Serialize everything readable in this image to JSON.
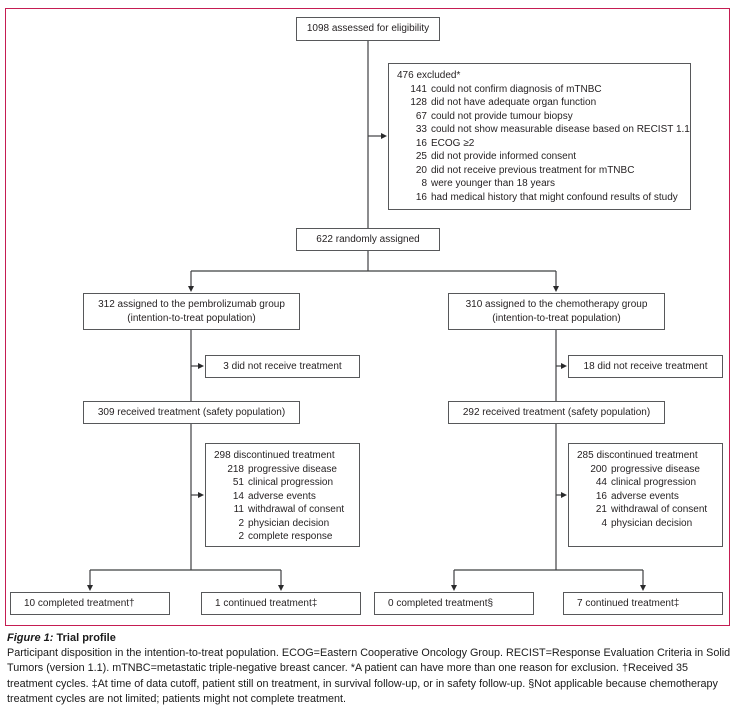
{
  "colors": {
    "frame_border": "#C51D52",
    "box_border": "#57585A",
    "connector": "#3F4042",
    "text": "#231F20"
  },
  "figure": {
    "label": "Figure 1:",
    "title": "Trial profile",
    "caption": "Participant disposition in the intention-to-treat population. ECOG=Eastern Cooperative Oncology Group. RECIST=Response Evaluation Criteria in Solid Tumors (version 1.1). mTNBC=metastatic triple-negative breast cancer. *A patient can have more than one reason for exclusion. †Received 35 treatment cycles. ‡At time of data cutoff, patient still on treatment, in survival follow-up, or in safety follow-up. §Not applicable because chemotherapy treatment cycles are not limited; patients might not complete treatment."
  },
  "flow": {
    "assessed": "1098 assessed for eligibility",
    "excluded": {
      "title": "476 excluded*",
      "items": [
        {
          "n": "141",
          "label": "could not confirm diagnosis of mTNBC"
        },
        {
          "n": "128",
          "label": "did not have adequate organ function"
        },
        {
          "n": "67",
          "label": "could not provide tumour biopsy"
        },
        {
          "n": "33",
          "label": "could not show measurable disease based on RECIST 1.1"
        },
        {
          "n": "16",
          "label": "ECOG ≥2"
        },
        {
          "n": "25",
          "label": "did not provide informed consent"
        },
        {
          "n": "20",
          "label": "did not receive previous treatment for mTNBC"
        },
        {
          "n": "8",
          "label": "were younger than 18 years"
        },
        {
          "n": "16",
          "label": "had medical history that might confound results of study"
        }
      ]
    },
    "randomized": "622 randomly assigned",
    "pembrolizumab": {
      "assigned_line1": "312 assigned to the pembrolizumab group",
      "assigned_line2": "(intention-to-treat population)",
      "not_treated": "3 did not receive treatment",
      "safety": "309 received treatment (safety population)",
      "discontinued": {
        "title": "298 discontinued treatment",
        "items": [
          {
            "n": "218",
            "label": "progressive disease"
          },
          {
            "n": "51",
            "label": "clinical progression"
          },
          {
            "n": "14",
            "label": "adverse events"
          },
          {
            "n": "11",
            "label": "withdrawal of consent"
          },
          {
            "n": "2",
            "label": "physician decision"
          },
          {
            "n": "2",
            "label": "complete response"
          }
        ]
      },
      "completed": "10 completed treatment†",
      "continued": "1 continued treatment‡"
    },
    "chemotherapy": {
      "assigned_line1": "310 assigned to the chemotherapy group",
      "assigned_line2": "(intention-to-treat population)",
      "not_treated": "18 did not receive treatment",
      "safety": "292 received treatment (safety population)",
      "discontinued": {
        "title": "285 discontinued treatment",
        "items": [
          {
            "n": "200",
            "label": "progressive disease"
          },
          {
            "n": "44",
            "label": "clinical progression"
          },
          {
            "n": "16",
            "label": "adverse events"
          },
          {
            "n": "21",
            "label": "withdrawal of consent"
          },
          {
            "n": "4",
            "label": "physician decision"
          }
        ]
      },
      "completed": "0 completed treatment§",
      "continued": "7 continued treatment‡"
    }
  }
}
